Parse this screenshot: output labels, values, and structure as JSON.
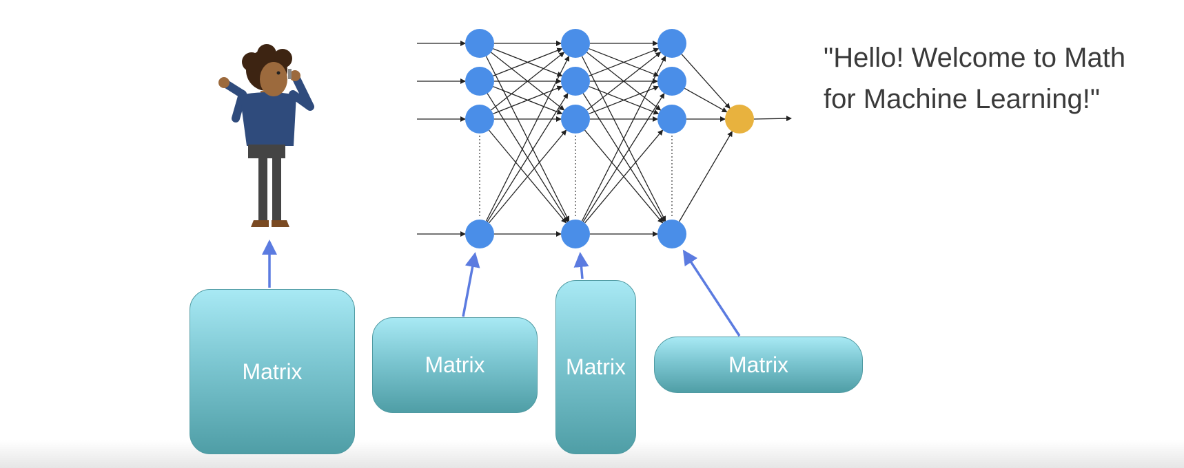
{
  "matrices": [
    {
      "label": "Matrix"
    },
    {
      "label": "Matrix"
    },
    {
      "label": "Matrix"
    },
    {
      "label": "Matrix"
    }
  ],
  "speech": {
    "text": "\"Hello! Welcome to Math for Machine Learning!\""
  },
  "colors": {
    "neuron": "#4a8ee8",
    "output_neuron": "#e8b23e",
    "arrow": "#5b7be0",
    "matrix_fill": "#7cc6d1"
  }
}
